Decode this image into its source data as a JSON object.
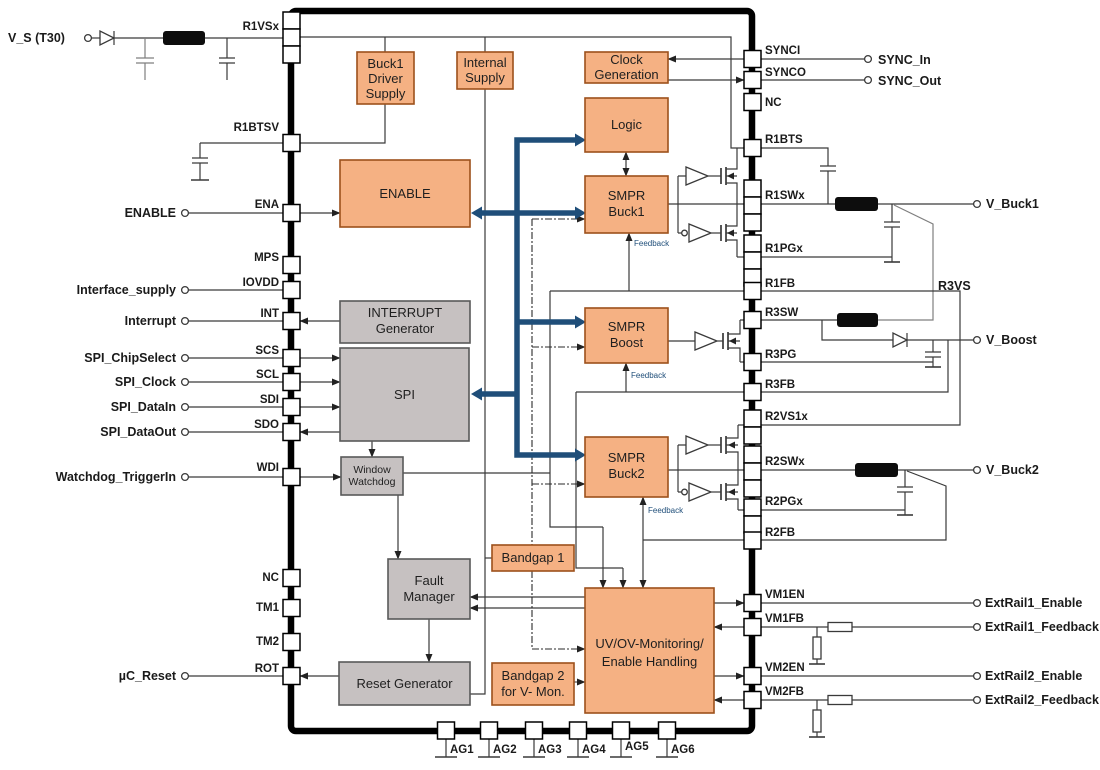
{
  "colors": {
    "block_orange": "#F5B183",
    "block_orange_border": "#9C501B",
    "block_gray": "#C6C1C1",
    "block_gray_border": "#595959",
    "bus_blue": "#1F4E79",
    "wire": "#3A3A3A",
    "chip_border": "#000000",
    "feedback_text": "#1F4E79"
  },
  "blocks": {
    "buck1_driver_supply": [
      "Buck1",
      "Driver",
      "Supply"
    ],
    "internal_supply": [
      "Internal",
      "Supply"
    ],
    "clock_generation": [
      "Clock",
      "Generation"
    ],
    "logic": [
      "Logic"
    ],
    "enable": [
      "ENABLE"
    ],
    "smpr_buck1": [
      "SMPR",
      "Buck1"
    ],
    "smpr_boost": [
      "SMPR",
      "Boost"
    ],
    "smpr_buck2": [
      "SMPR",
      "Buck2"
    ],
    "interrupt_generator": [
      "INTERRUPT",
      "Generator"
    ],
    "spi": [
      "SPI"
    ],
    "window_watchdog": [
      "Window",
      "Watchdog"
    ],
    "fault_manager": [
      "Fault",
      "Manager"
    ],
    "reset_generator": [
      "Reset Generator"
    ],
    "bandgap1": [
      "Bandgap 1"
    ],
    "bandgap2": [
      "Bandgap 2",
      "for V- Mon."
    ],
    "uv_ov_monitoring": [
      "UV/OV-Monitoring/",
      "Enable Handling"
    ]
  },
  "pins": {
    "left": [
      "R1VSx",
      "R1BTSV",
      "ENA",
      "MPS",
      "IOVDD",
      "INT",
      "SCS",
      "SCL",
      "SDI",
      "SDO",
      "WDI",
      "NC",
      "TM1",
      "TM2",
      "ROT"
    ],
    "right": [
      "SYNCI",
      "SYNCO",
      "NC",
      "R1BTS",
      "R1SWx",
      "R1PGx",
      "R1FB",
      "R3SW",
      "R3PG",
      "R3FB",
      "R2VS1x",
      "R2SWx",
      "R2PGx",
      "R2FB",
      "VM1EN",
      "VM1FB",
      "VM2EN",
      "VM2FB"
    ],
    "bottom": [
      "AG1",
      "AG2",
      "AG3",
      "AG4",
      "AG5",
      "AG6"
    ]
  },
  "terminals": {
    "left": [
      "V_S (T30)",
      "ENABLE",
      "Interface_supply",
      "Interrupt",
      "SPI_ChipSelect",
      "SPI_Clock",
      "SPI_DataIn",
      "SPI_DataOut",
      "Watchdog_TriggerIn",
      "µC_Reset"
    ],
    "right": [
      "SYNC_In",
      "SYNC_Out",
      "V_Buck1",
      "V_Boost",
      "V_Buck2",
      "ExtRail1_Enable",
      "ExtRail1_Feedback",
      "ExtRail2_Enable",
      "ExtRail2_Feedback"
    ]
  },
  "net_labels": {
    "r3vs": "R3VS",
    "feedback": "Feedback"
  }
}
